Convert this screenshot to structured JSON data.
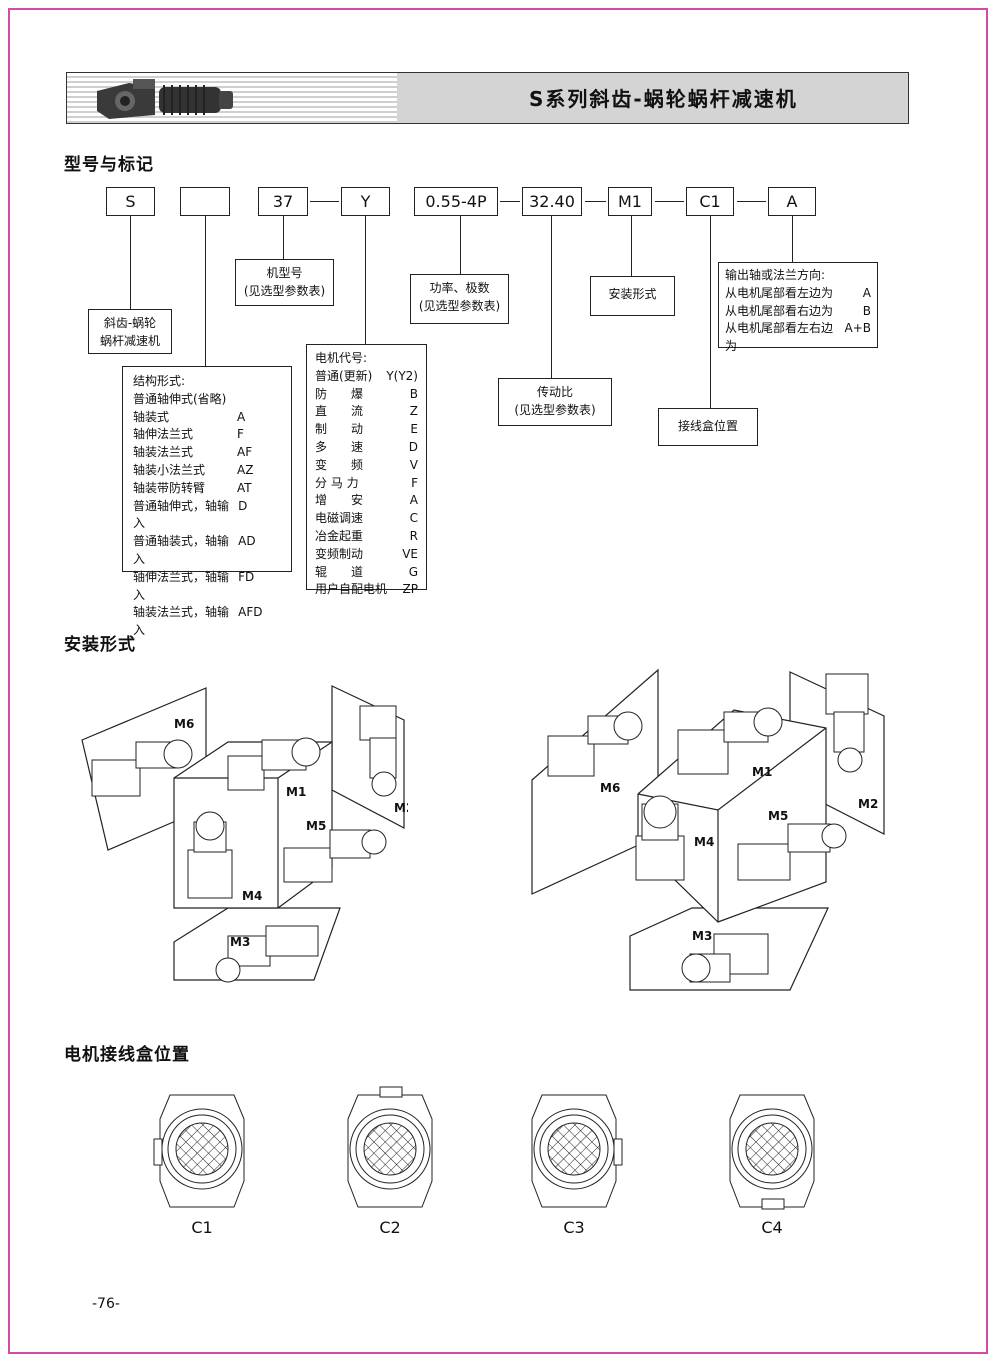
{
  "header": {
    "title": "S系列斜齿-蜗轮蜗杆减速机",
    "image_icon": "gear-motor-photo"
  },
  "sections": {
    "model": "型号与标记",
    "mounting": "安装形式",
    "terminal": "电机接线盒位置"
  },
  "code_boxes": [
    "S",
    "",
    "37",
    "Y",
    "0.55-4P",
    "32.40",
    "M1",
    "C1",
    "A"
  ],
  "notes": {
    "series": [
      "斜齿-蜗轮",
      "蜗杆减速机"
    ],
    "frame": [
      "机型号",
      "(见选型参数表)"
    ],
    "power": [
      "功率、极数",
      "(见选型参数表)"
    ],
    "ratio": [
      "传动比",
      "(见选型参数表)"
    ],
    "mount": [
      "安装形式"
    ],
    "terminal_pos": [
      "接线盒位置"
    ]
  },
  "output": {
    "title": "输出轴或法兰方向:",
    "rows": [
      {
        "label": "从电机尾部看左边为",
        "code": "A"
      },
      {
        "label": "从电机尾部看右边为",
        "code": "B"
      },
      {
        "label": "从电机尾部看左右边为",
        "code": "A+B"
      }
    ]
  },
  "structure": {
    "title": "结构形式:",
    "rows": [
      {
        "label": "普通轴伸式(省略)",
        "code": ""
      },
      {
        "label": "轴装式",
        "code": "A"
      },
      {
        "label": "轴伸法兰式",
        "code": "F"
      },
      {
        "label": "轴装法兰式",
        "code": "AF"
      },
      {
        "label": "轴装小法兰式",
        "code": "AZ"
      },
      {
        "label": "轴装带防转臂",
        "code": "AT"
      },
      {
        "label": "普通轴伸式，轴输入",
        "code": "D"
      },
      {
        "label": "普通轴装式，轴输入",
        "code": "AD"
      },
      {
        "label": "轴伸法兰式，轴输入",
        "code": "FD"
      },
      {
        "label": "轴装法兰式，轴输入",
        "code": "AFD"
      }
    ]
  },
  "motor": {
    "title": "电机代号:",
    "rows": [
      {
        "label": "普通(更新)",
        "code": "Y(Y2)"
      },
      {
        "label": "防　　爆",
        "code": "B"
      },
      {
        "label": "直　　流",
        "code": "Z"
      },
      {
        "label": "制　　动",
        "code": "E"
      },
      {
        "label": "多　　速",
        "code": "D"
      },
      {
        "label": "变　　频",
        "code": "V"
      },
      {
        "label": "分 马 力",
        "code": "F"
      },
      {
        "label": "增　　安",
        "code": "A"
      },
      {
        "label": "电磁调速",
        "code": "C"
      },
      {
        "label": "冶金起重",
        "code": "R"
      },
      {
        "label": "变频制动",
        "code": "VE"
      },
      {
        "label": "辊　　道",
        "code": "G"
      },
      {
        "label": "用户自配电机",
        "code": "ZP"
      }
    ]
  },
  "mount_labels": [
    "M1",
    "M2",
    "M3",
    "M4",
    "M5",
    "M6"
  ],
  "positions": [
    "C1",
    "C2",
    "C3",
    "C4"
  ],
  "page_number": "-76-",
  "colors": {
    "border": "#d54aa8",
    "header_bg": "#d4d4d4"
  }
}
